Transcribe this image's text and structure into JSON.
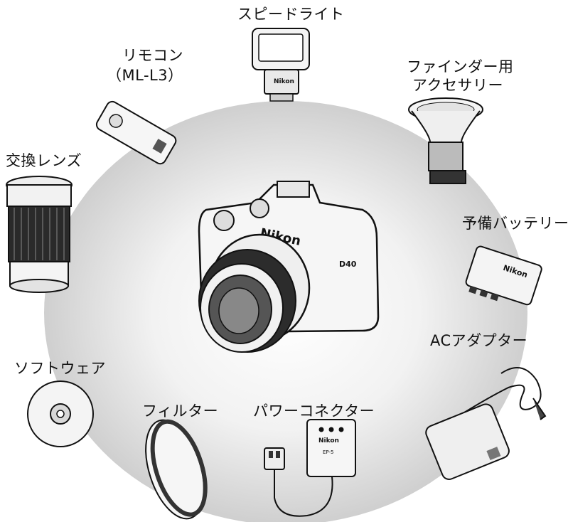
{
  "title": "",
  "colors": {
    "circle": "#dcdcdc",
    "line": "#111111",
    "background": "#ffffff"
  },
  "camera": {
    "brand_text": "Nikon",
    "model_text": "D40"
  },
  "accessories": [
    {
      "id": "speedlight",
      "label": "スピードライト",
      "icon": "speedlight-flash-icon",
      "brand_text": "Nikon"
    },
    {
      "id": "remote",
      "label": "リモコン",
      "sublabel": "（ML-L3）",
      "icon": "remote-control-icon"
    },
    {
      "id": "finder",
      "label": "ファインダー用",
      "sublabel": "アクセサリー",
      "icon": "viewfinder-accessory-icon"
    },
    {
      "id": "lens",
      "label": "交換レンズ",
      "icon": "interchangeable-lens-icon"
    },
    {
      "id": "battery",
      "label": "予備バッテリー",
      "icon": "battery-icon",
      "brand_text": "Nikon"
    },
    {
      "id": "ac",
      "label": "ACアダプター",
      "icon": "ac-adapter-icon"
    },
    {
      "id": "software",
      "label": "ソフトウェア",
      "icon": "cd-disc-icon"
    },
    {
      "id": "filter",
      "label": "フィルター",
      "icon": "filter-icon"
    },
    {
      "id": "power",
      "label": "パワーコネクター",
      "icon": "power-connector-icon",
      "brand_text": "Nikon",
      "model_text": "EP-5"
    }
  ]
}
